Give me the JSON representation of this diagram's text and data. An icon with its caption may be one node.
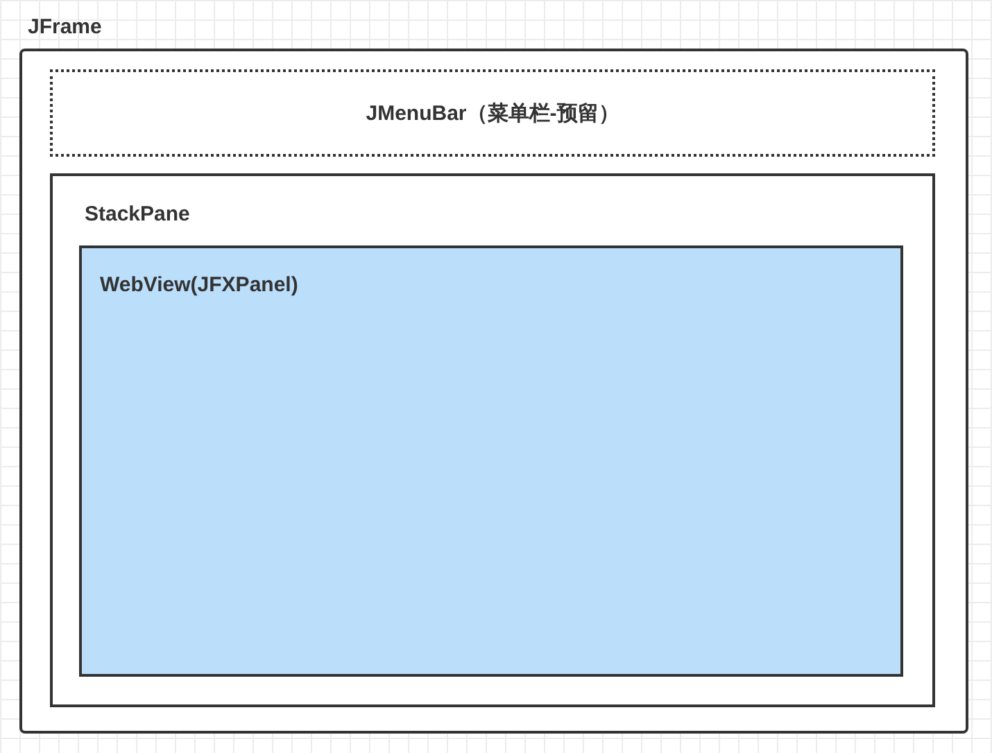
{
  "diagram": {
    "nodes": [
      {
        "text": [
          "JFrame"
        ]
      },
      {
        "text": [
          "JMenuBar（菜单栏-预留）"
        ],
        "in": 0
      },
      {
        "text": [
          "StackPane"
        ],
        "in": 0
      },
      {
        "text": [
          "WebView(JFXPanel)"
        ],
        "in": 2
      }
    ]
  }
}
